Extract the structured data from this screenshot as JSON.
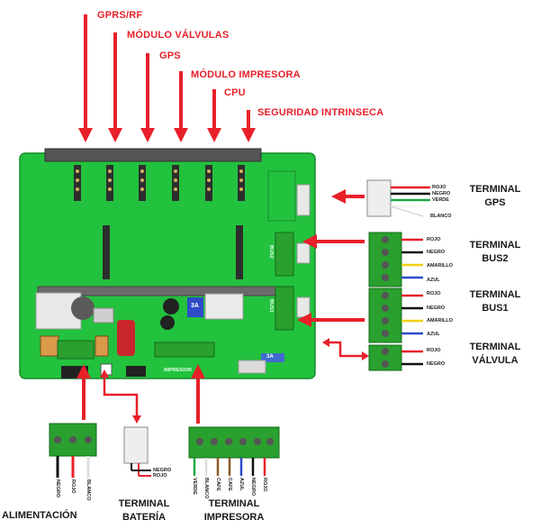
{
  "top_labels": [
    "GPRS/RF",
    "MÓDULO VÁLVULAS",
    "GPS",
    "MÓDULO IMPRESORA",
    "CPU",
    "SEGURIDAD INTRINSECA"
  ],
  "terminals": {
    "gps": {
      "title": [
        "TERMINAL",
        "GPS"
      ],
      "wires": [
        "ROJO",
        "NEGRO",
        "VERDE",
        "BLANCO"
      ]
    },
    "bus2": {
      "title": [
        "TERMINAL",
        "BUS2"
      ],
      "wires": [
        "ROJO",
        "NEGRO",
        "AMARILLO",
        "AZUL"
      ]
    },
    "bus1": {
      "title": [
        "TERMINAL",
        "BUS1"
      ],
      "wires": [
        "ROJO",
        "NEGRO",
        "AMARILLO",
        "AZUL"
      ]
    },
    "valvula": {
      "title": [
        "TERMINAL",
        "VÁLVULA"
      ],
      "wires": [
        "ROJO",
        "NEGRO"
      ]
    },
    "alimentacion": {
      "title": "ALIMENTACIÓN",
      "wires": [
        "NEGRO",
        "ROJO",
        "BLANCO"
      ]
    },
    "bateria": {
      "title": [
        "TERMINAL",
        "BATERÍA"
      ],
      "wires": [
        "NEGRO",
        "ROJO"
      ]
    },
    "impresora": {
      "title": [
        "TERMINAL",
        "IMPRESORA"
      ],
      "wires": [
        "VERDE",
        "BLANCO",
        "CAFE",
        "CAFE",
        "AZUL",
        "NEGRO",
        "ROJO"
      ]
    }
  },
  "board_marks": {
    "impresion": "IMPRESION",
    "bus2": "BUS2",
    "bus1": "BUS1",
    "fuse_a": "3A",
    "fuse_b": "3A"
  },
  "colors": {
    "arrow": "#e8202a",
    "pcb": "#1fc23c",
    "connector": "#2a8f2a",
    "label": "#e8202a"
  }
}
